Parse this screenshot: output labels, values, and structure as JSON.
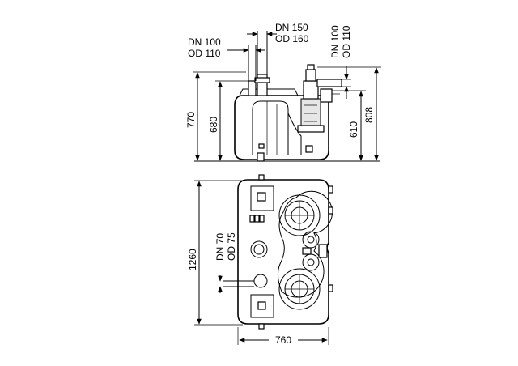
{
  "side_view": {
    "inlet_left": {
      "dn": "DN 100",
      "od": "OD 110"
    },
    "inlet_top": {
      "dn": "DN 150",
      "od": "OD 160"
    },
    "outlet": {
      "dn": "DN 100",
      "od": "OD 110"
    },
    "dim_770": "770",
    "dim_680": "680",
    "dim_610": "610",
    "dim_808": "808"
  },
  "top_view": {
    "vent": {
      "dn": "DN 70",
      "od": "OD 75"
    },
    "dim_1260": "1260",
    "dim_760": "760"
  }
}
